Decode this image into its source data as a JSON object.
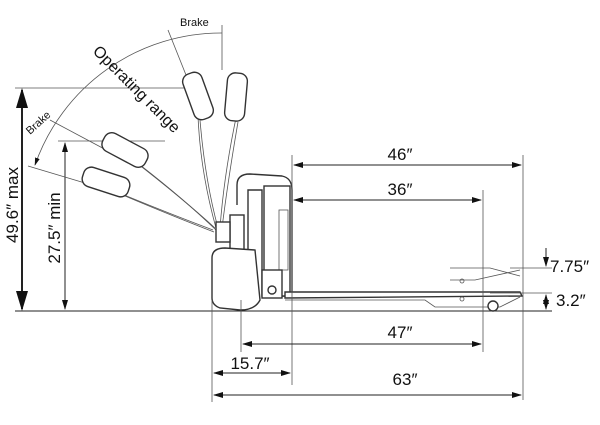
{
  "diagram": {
    "labels": {
      "brake_top": "Brake",
      "brake_left": "Brake",
      "operating_range": "Operating range",
      "height_max": "49.6″ max",
      "height_min": "27.5″ min",
      "overall_frame_length": "46″",
      "fork_length": "36″",
      "wheelbase": "47″",
      "head_length": "15.7″",
      "overall_length": "63″",
      "lift_height": "7.75″",
      "lowered_fork_height": "3.2″"
    }
  }
}
